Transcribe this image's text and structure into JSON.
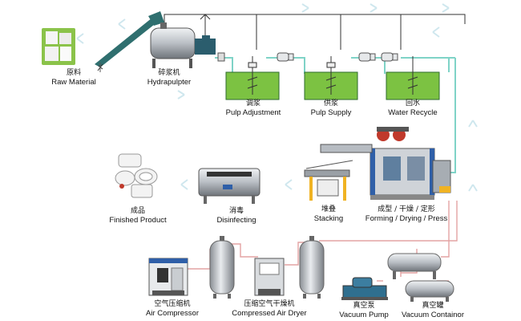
{
  "nodes": {
    "raw_material": {
      "zh": "原料",
      "en": "Raw Material"
    },
    "hydrapulpter": {
      "zh": "碎浆机",
      "en": "Hydrapulpter"
    },
    "pulp_adjustment": {
      "zh": "调浆",
      "en": "Pulp Adjustment"
    },
    "pulp_supply": {
      "zh": "供浆",
      "en": "Pulp Supply"
    },
    "water_recycle": {
      "zh": "回水",
      "en": "Water Recycle"
    },
    "finished_product": {
      "zh": "成品",
      "en": "Finished Product"
    },
    "disinfecting": {
      "zh": "消毒",
      "en": "Disinfecting"
    },
    "stacking": {
      "zh": "堆叠",
      "en": "Stacking"
    },
    "forming": {
      "zh": "成型 / 干燥 / 定形",
      "en": "Forming / Drying / Press"
    },
    "air_compressor": {
      "zh": "空气压缩机",
      "en": "Air Compressor"
    },
    "air_dryer": {
      "zh": "压缩空气干燥机",
      "en": "Compressed Air Dryer"
    },
    "vacuum_pump": {
      "zh": "真空泵",
      "en": "Vacuum Pump"
    },
    "vacuum_container": {
      "zh": "真空罐",
      "en": "Vacuum Containor"
    }
  },
  "colors": {
    "pulp_green": "#7cc242",
    "tank_outline": "#2e6b2e",
    "water_line": "#7fd3c7",
    "air_line": "#e3a3a3",
    "flow_arrow": "#cfe7ee",
    "machine_gray": "#9aa0a6",
    "machine_blue": "#2f5fa8",
    "machine_yellow": "#f0b323"
  }
}
